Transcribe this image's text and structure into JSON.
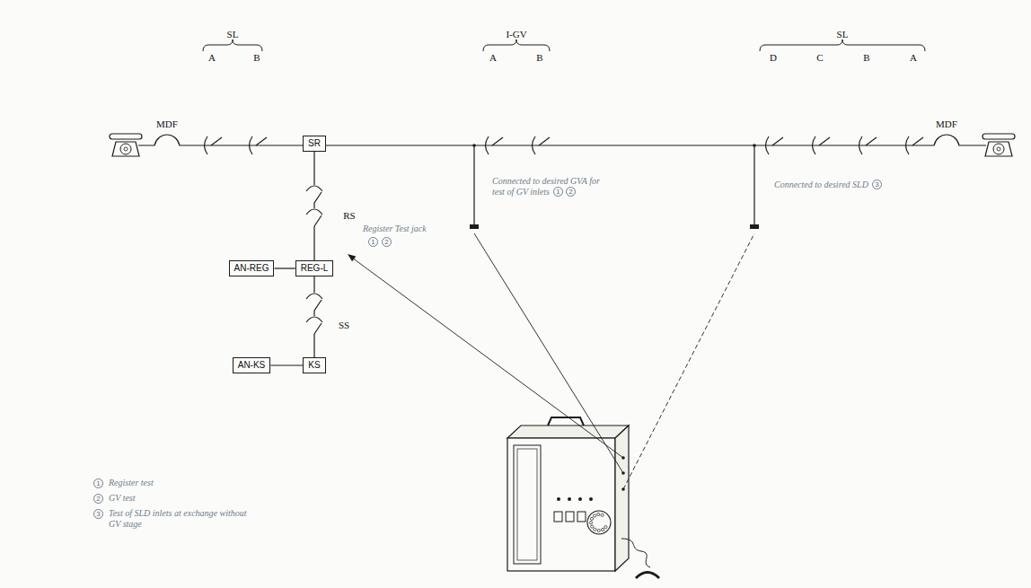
{
  "diagram": {
    "nodes": [
      {
        "text": [
          "SR"
        ]
      },
      {
        "text": [
          "AN-REG"
        ]
      },
      {
        "text": [
          "REG-L"
        ]
      },
      {
        "text": [
          "AN-KS"
        ]
      },
      {
        "text": [
          "KS"
        ]
      }
    ],
    "edges": [
      {
        "from": 0,
        "to": 2,
        "arrow": "none"
      },
      {
        "from": 1,
        "to": 2,
        "arrow": "none"
      },
      {
        "from": 2,
        "to": 4,
        "arrow": "none"
      },
      {
        "from": 3,
        "to": 4,
        "arrow": "none"
      }
    ],
    "labels": [
      "SL",
      "A",
      "B",
      "MDF",
      "RS",
      "Register Test jack",
      "1",
      "2",
      "I-GV",
      "A",
      "B",
      "Connected to desired GVA for test of GV inlets",
      "1",
      "2",
      "SL",
      "D",
      "C",
      "B",
      "A",
      "MDF",
      "Connected to desired SLD",
      "3",
      "SS",
      "1",
      "2",
      "3"
    ],
    "legend": [
      {
        "text": "Register test"
      },
      {
        "text": "GV test"
      },
      {
        "text": "Test of SLD inlets at exchange without GV stage"
      }
    ]
  }
}
